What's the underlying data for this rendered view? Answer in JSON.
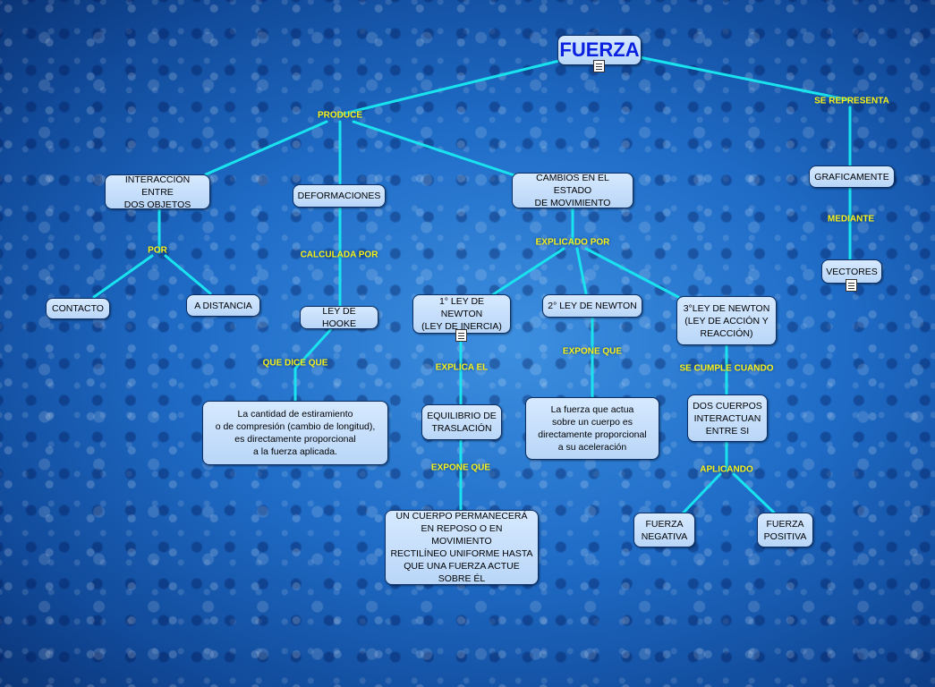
{
  "diagram": {
    "nodes": {
      "fuerza": "FUERZA",
      "interaccion": "INTERACCIÓN ENTRE\nDOS OBJETOS",
      "deformaciones": "DEFORMACIONES",
      "cambios": "CAMBIOS EN EL ESTADO\nDE MOVIMIENTO",
      "graficamente": "GRAFICAMENTE",
      "vectores": "VECTORES",
      "contacto": "CONTACTO",
      "distancia": "A DISTANCIA",
      "hooke": "LEY DE HOOKE",
      "newton1": "1° LEY DE NEWTON\n(LEY DE INERCIA)",
      "newton2": "2° LEY DE NEWTON",
      "newton3": "3°LEY DE NEWTON\n(LEY DE ACCIÓN Y\nREACCIÓN)",
      "hooke_text": "La cantidad de estiramiento\no de compresión (cambio de longitud),\nes directamente proporcional\na la fuerza aplicada.",
      "equilibrio": "EQUILIBRIO DE\nTRASLACIÓN",
      "newton2_text": "La fuerza que actua\nsobre un cuerpo es\ndirectamente proporcional\na su aceleración",
      "dos_cuerpos": "DOS CUERPOS\nINTERACTUAN\nENTRE SI",
      "equilibrio_text": "UN CUERPO PERMANECERÁ\nEN REPOSO O EN MOVIMIENTO\nRECTILÍNEO UNIFORME HASTA\nQUE UNA FUERZA ACTUE\nSOBRE ÉL",
      "negativa": "FUERZA\nNEGATIVA",
      "positiva": "FUERZA\nPOSITIVA"
    },
    "labels": {
      "produce": "PRODUCE",
      "se_representa": "SE REPRESENTA",
      "mediante": "MEDIANTE",
      "por": "POR",
      "calculada_por": "CALCULADA POR",
      "explicado_por": "EXPLICADO POR",
      "que_dice_que": "QUE DICE QUE",
      "explica_el": "EXPLICA EL",
      "expone_que_1": "EXPONE QUE",
      "expone_que_2": "EXPONE QUE",
      "se_cumple_cuando": "SE CUMPLE CUANDO",
      "aplicando": "APLICANDO"
    },
    "colors": {
      "connector": "#19e3ee",
      "label": "#f7f21a",
      "title": "#0a22e0",
      "node_fill": "#c8e0fc"
    }
  }
}
